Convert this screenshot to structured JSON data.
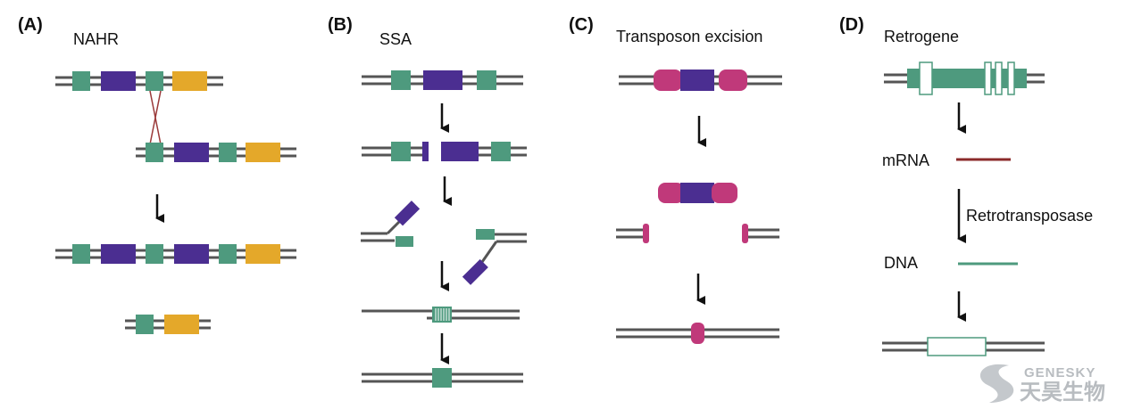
{
  "colors": {
    "dna": "#555555",
    "green": "#4e9a7e",
    "purple": "#4b2e91",
    "orange": "#e4a82a",
    "magenta": "#c0397a",
    "mrna": "#8b2a2a",
    "cross": "#9b3a3a",
    "arrow": "#111111",
    "logo": "#b8bcc0"
  },
  "panels": {
    "a": {
      "letter": "(A)",
      "title": "NAHR"
    },
    "b": {
      "letter": "(B)",
      "title": "SSA"
    },
    "c": {
      "letter": "(C)",
      "title": "Transposon excision"
    },
    "d": {
      "letter": "(D)",
      "title": "Retrogene",
      "mrna_label": "mRNA",
      "enzyme_label": "Retrotransposase",
      "dna_label": "DNA"
    }
  },
  "logo": {
    "text_en": "GENESKY",
    "text_cn": "天昊生物"
  }
}
